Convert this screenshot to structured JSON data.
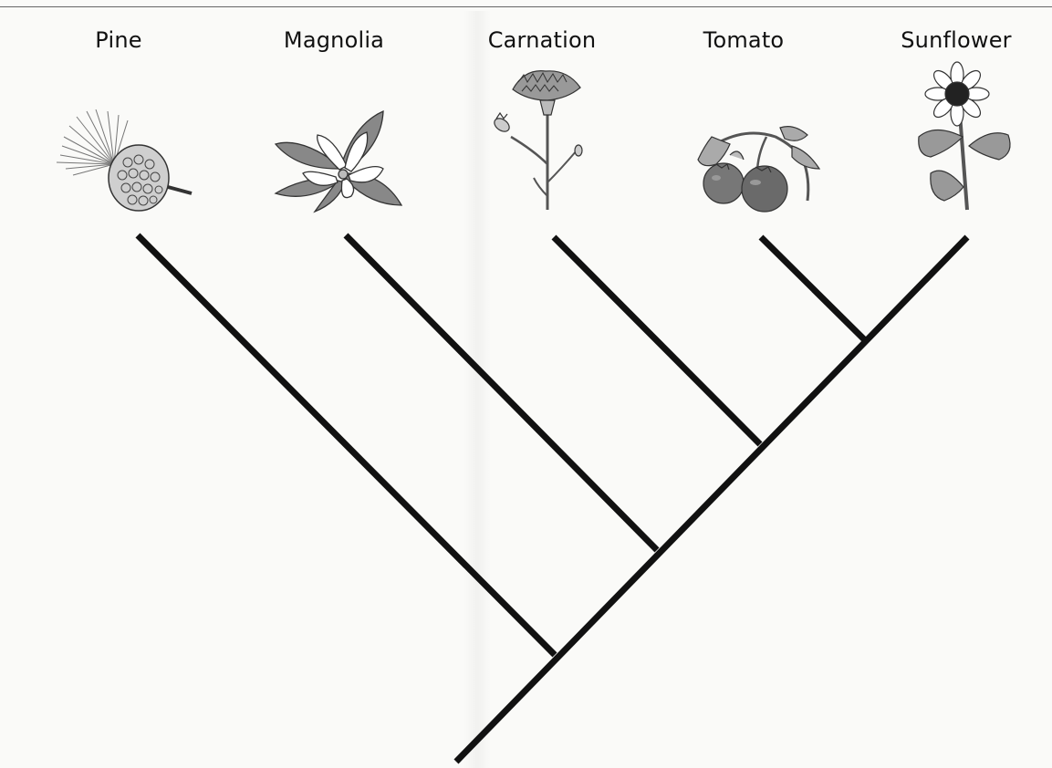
{
  "diagram": {
    "type": "cladogram",
    "taxa": [
      {
        "id": "pine",
        "label": "Pine",
        "icon": "pine-cone-icon"
      },
      {
        "id": "magnolia",
        "label": "Magnolia",
        "icon": "magnolia-flower-icon"
      },
      {
        "id": "carnation",
        "label": "Carnation",
        "icon": "carnation-flower-icon"
      },
      {
        "id": "tomato",
        "label": "Tomato",
        "icon": "tomato-plant-icon"
      },
      {
        "id": "sunflower",
        "label": "Sunflower",
        "icon": "sunflower-icon"
      }
    ],
    "line_color": "#111111"
  }
}
